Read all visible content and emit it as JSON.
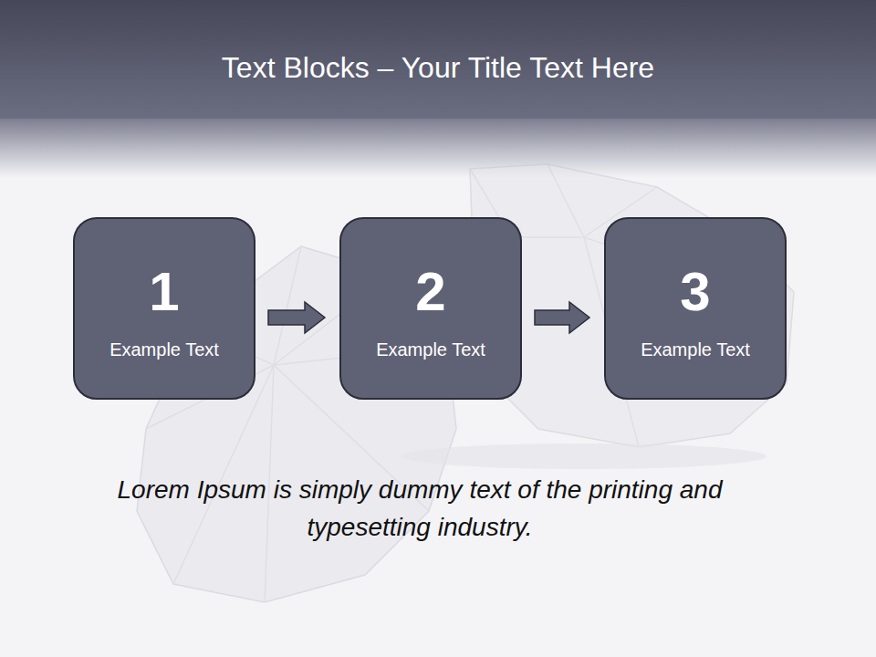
{
  "diagram": {
    "title": "Text Blocks – Your Title Text Here",
    "nodes": [
      {
        "text": [
          "1",
          "Example Text"
        ]
      },
      {
        "text": [
          "2",
          "Example Text"
        ]
      },
      {
        "text": [
          "3",
          "Example Text"
        ]
      }
    ],
    "edges": [
      {
        "from": 0,
        "to": 1,
        "arrow": "to"
      },
      {
        "from": 1,
        "to": 2,
        "arrow": "to"
      }
    ],
    "labels": [
      "Lorem Ipsum is simply dummy text of the printing and typesetting industry."
    ]
  }
}
